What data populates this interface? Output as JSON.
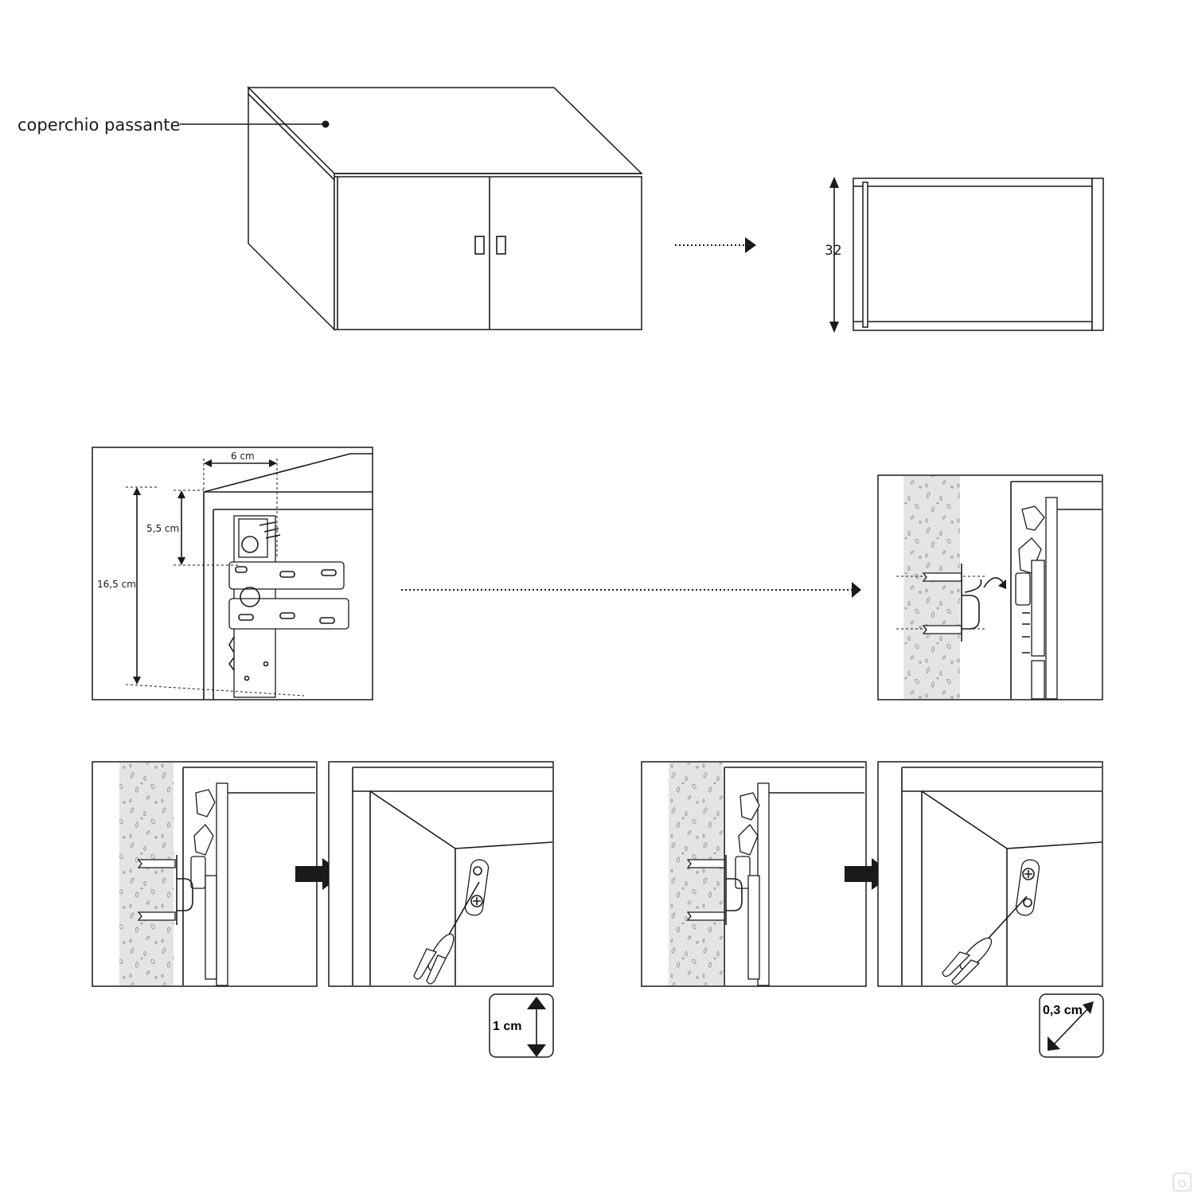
{
  "labels": {
    "lid": "coperchio passante",
    "height": "32",
    "width_offset": "6 cm",
    "top_offset": "5,5 cm",
    "total_offset": "16,5 cm",
    "vertical_adjust": "1 cm",
    "depth_adjust": "0,3 cm"
  },
  "icons": {
    "vertical_adjust": "vertical-double-arrow-icon",
    "depth_adjust": "diagonal-double-arrow-icon",
    "step_arrow": "right-arrow-icon"
  },
  "colors": {
    "line": "#1a1a1a",
    "wall": "#e4e4e4",
    "background": "#ffffff"
  }
}
